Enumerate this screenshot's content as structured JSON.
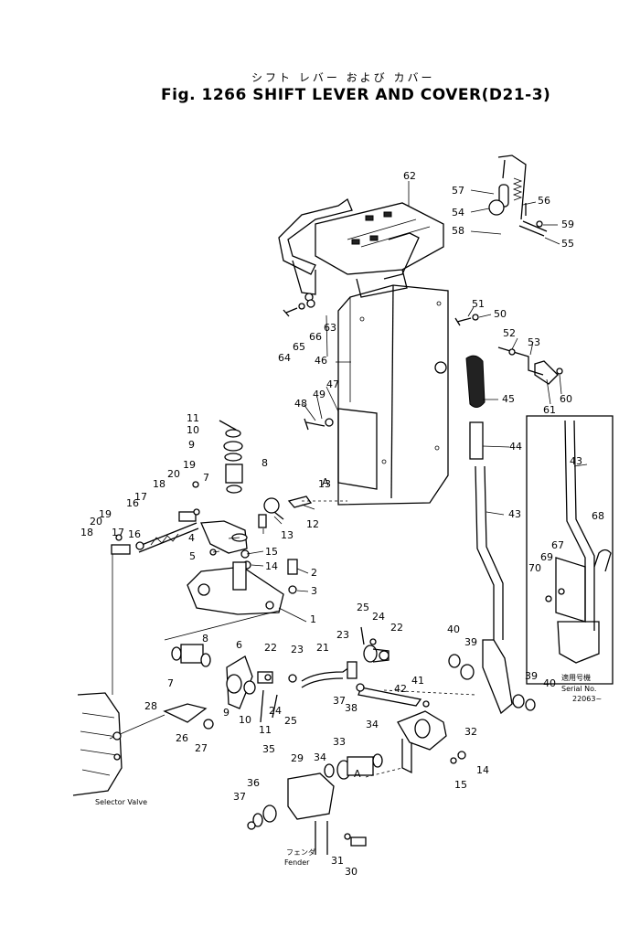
{
  "title": {
    "japanese": "シフト レバー および カバー",
    "english": "Fig. 1266 SHIFT LEVER AND COVER(D21-3)"
  },
  "annotations": {
    "selector_valve": "Selector Valve",
    "fender_ja": "フェンダ",
    "fender": "Fender",
    "serial_ja": "適用号機",
    "serial_label": "Serial No.",
    "serial_value": "22063~",
    "ref_a": "A"
  },
  "callouts": [
    {
      "n": "62"
    },
    {
      "n": "57"
    },
    {
      "n": "56"
    },
    {
      "n": "54"
    },
    {
      "n": "59"
    },
    {
      "n": "58"
    },
    {
      "n": "55"
    },
    {
      "n": "51"
    },
    {
      "n": "50"
    },
    {
      "n": "64"
    },
    {
      "n": "65"
    },
    {
      "n": "66"
    },
    {
      "n": "63"
    },
    {
      "n": "46"
    },
    {
      "n": "52"
    },
    {
      "n": "53"
    },
    {
      "n": "47"
    },
    {
      "n": "49"
    },
    {
      "n": "48"
    },
    {
      "n": "60"
    },
    {
      "n": "61"
    },
    {
      "n": "45"
    },
    {
      "n": "11"
    },
    {
      "n": "10"
    },
    {
      "n": "9"
    },
    {
      "n": "8"
    },
    {
      "n": "7"
    },
    {
      "n": "44"
    },
    {
      "n": "43"
    },
    {
      "n": "19"
    },
    {
      "n": "20"
    },
    {
      "n": "18"
    },
    {
      "n": "13"
    },
    {
      "n": "12"
    },
    {
      "n": "17"
    },
    {
      "n": "16"
    },
    {
      "n": "20"
    },
    {
      "n": "19"
    },
    {
      "n": "18"
    },
    {
      "n": "17"
    },
    {
      "n": "16"
    },
    {
      "n": "43"
    },
    {
      "n": "68"
    },
    {
      "n": "4"
    },
    {
      "n": "13"
    },
    {
      "n": "5"
    },
    {
      "n": "15"
    },
    {
      "n": "14"
    },
    {
      "n": "2"
    },
    {
      "n": "3"
    },
    {
      "n": "67"
    },
    {
      "n": "69"
    },
    {
      "n": "70"
    },
    {
      "n": "1"
    },
    {
      "n": "25"
    },
    {
      "n": "24"
    },
    {
      "n": "23"
    },
    {
      "n": "22"
    },
    {
      "n": "40"
    },
    {
      "n": "39"
    },
    {
      "n": "8"
    },
    {
      "n": "6"
    },
    {
      "n": "22"
    },
    {
      "n": "23"
    },
    {
      "n": "21"
    },
    {
      "n": "7"
    },
    {
      "n": "9"
    },
    {
      "n": "10"
    },
    {
      "n": "11"
    },
    {
      "n": "24"
    },
    {
      "n": "25"
    },
    {
      "n": "42"
    },
    {
      "n": "41"
    },
    {
      "n": "37"
    },
    {
      "n": "38"
    },
    {
      "n": "39"
    },
    {
      "n": "40"
    },
    {
      "n": "28"
    },
    {
      "n": "26"
    },
    {
      "n": "27"
    },
    {
      "n": "34"
    },
    {
      "n": "33"
    },
    {
      "n": "32"
    },
    {
      "n": "29"
    },
    {
      "n": "34"
    },
    {
      "n": "14"
    },
    {
      "n": "15"
    },
    {
      "n": "35"
    },
    {
      "n": "36"
    },
    {
      "n": "37"
    },
    {
      "n": "31"
    },
    {
      "n": "30"
    }
  ]
}
